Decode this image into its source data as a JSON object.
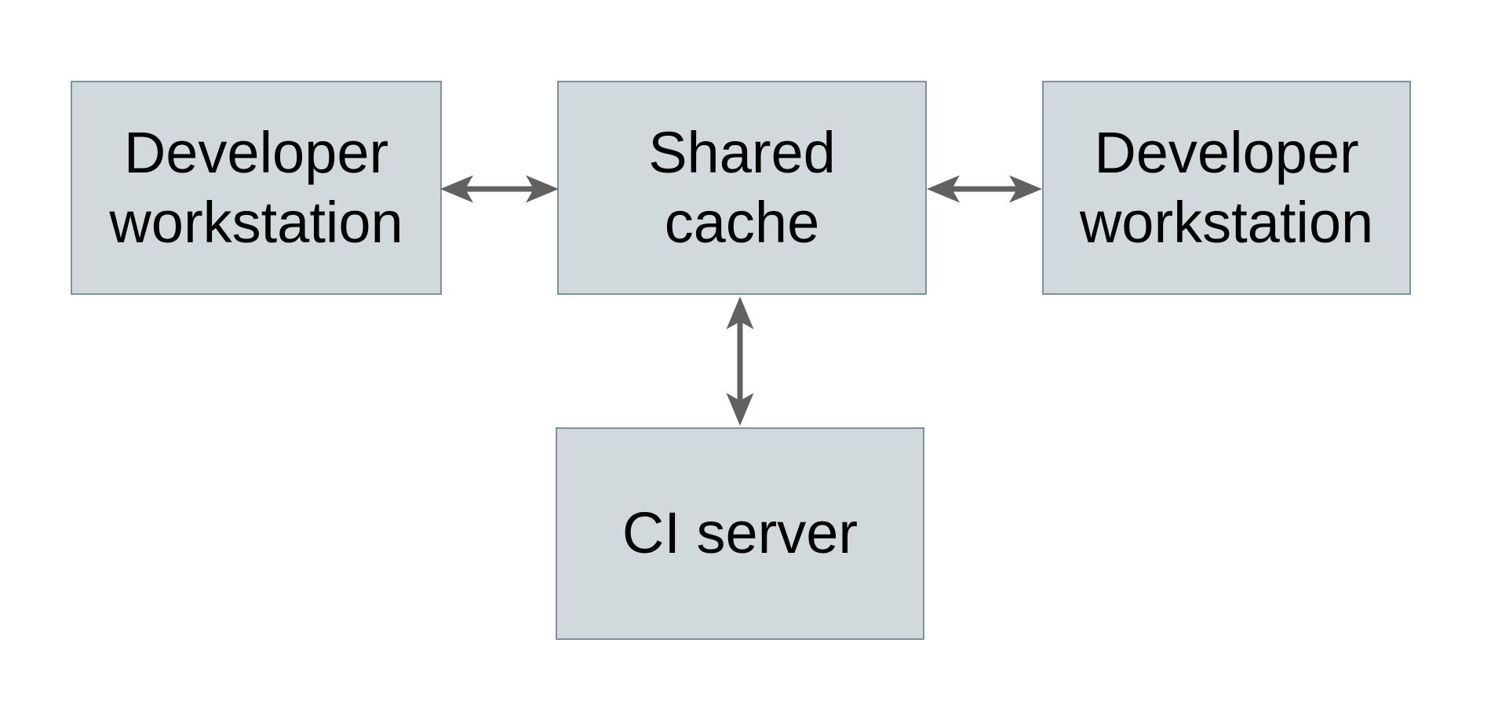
{
  "diagram": {
    "nodes": {
      "left_workstation": {
        "label": "Developer\nworkstation"
      },
      "shared_cache": {
        "label": "Shared\ncache"
      },
      "right_workstation": {
        "label": "Developer\nworkstation"
      },
      "ci_server": {
        "label": "CI server"
      }
    },
    "connectors": [
      {
        "from": "left_workstation",
        "to": "shared_cache",
        "direction": "bidirectional",
        "orientation": "horizontal"
      },
      {
        "from": "shared_cache",
        "to": "right_workstation",
        "direction": "bidirectional",
        "orientation": "horizontal"
      },
      {
        "from": "shared_cache",
        "to": "ci_server",
        "direction": "bidirectional",
        "orientation": "vertical"
      }
    ]
  },
  "colors": {
    "background": "#ffffff",
    "node_fill": "#d2d9dc",
    "node_border": "#7e929d",
    "arrow": "#606163",
    "text": "#000000"
  }
}
